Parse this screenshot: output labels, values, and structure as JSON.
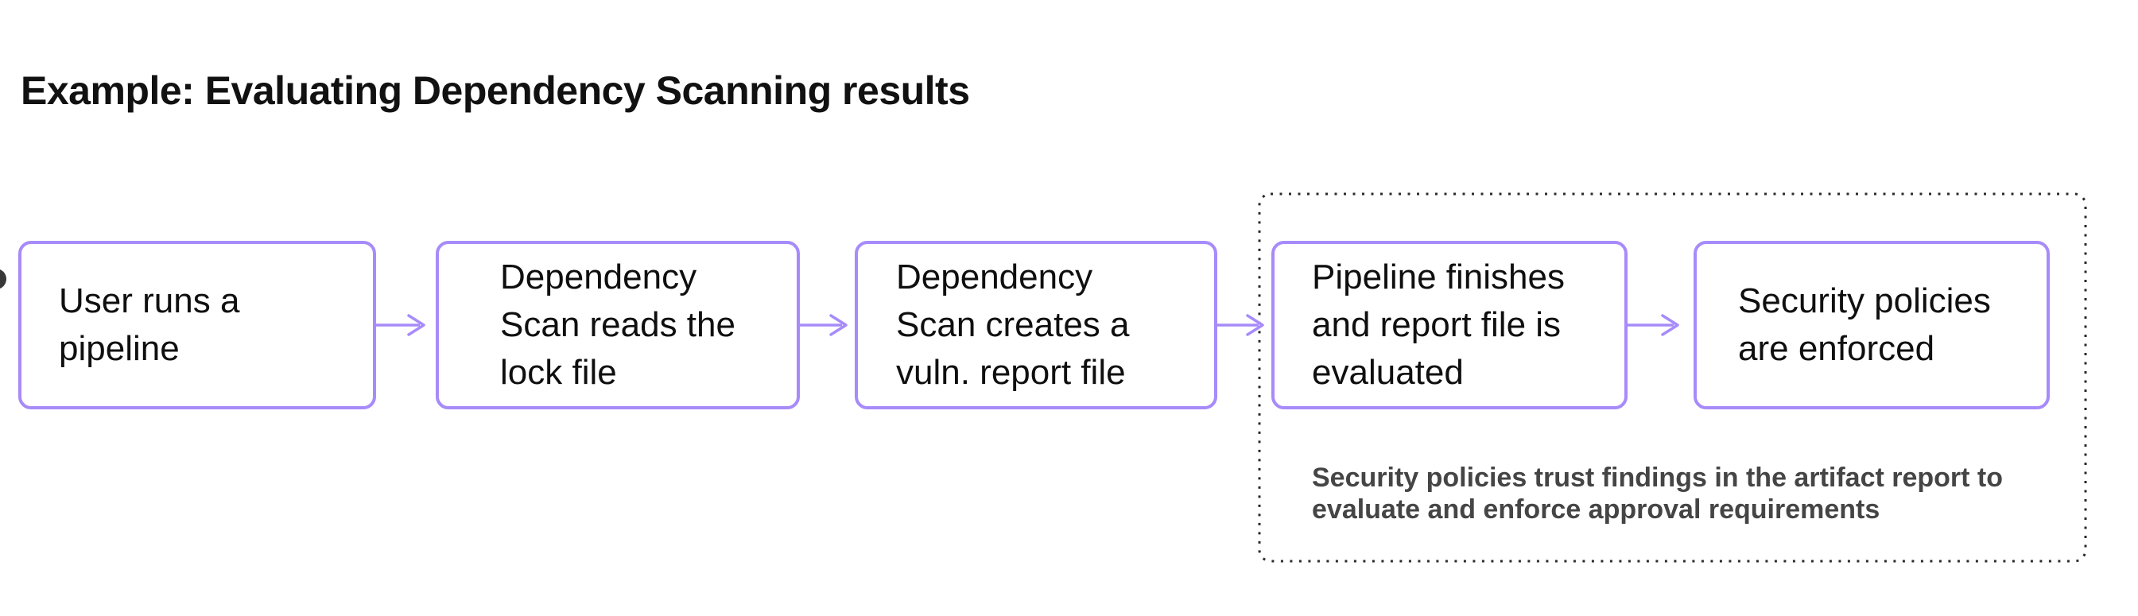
{
  "title": "Example: Evaluating Dependency Scanning results",
  "boxes": [
    {
      "lines": [
        "User runs a",
        "pipeline"
      ]
    },
    {
      "lines": [
        "Dependency",
        "Scan reads the",
        "lock file"
      ]
    },
    {
      "lines": [
        "Dependency",
        "Scan creates a",
        "vuln. report file"
      ]
    },
    {
      "lines": [
        "Pipeline finishes",
        "and report file is",
        "evaluated"
      ]
    },
    {
      "lines": [
        "Security policies",
        "are enforced"
      ]
    }
  ],
  "note": {
    "lines": [
      "Security policies trust findings in the artifact report to",
      "evaluate and enforce approval requirements"
    ]
  },
  "icons": {
    "flow_arrow": "→"
  },
  "colors": {
    "box_border": "#a78bfa",
    "arrow": "#a78bfa",
    "group_dotted_outline": "#2a2a2a",
    "title_text": "#111111",
    "box_text": "#0f0f0f",
    "note_text": "#454545"
  }
}
